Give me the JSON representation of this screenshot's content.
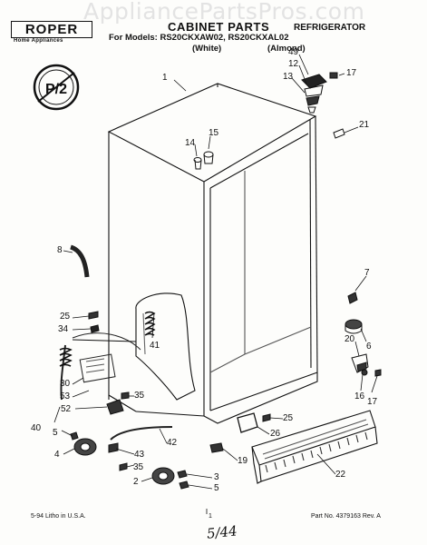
{
  "header": {
    "watermark": "AppliancePartsPros.com",
    "brand": "ROPER",
    "brand_subtitle": "Home Appliances",
    "title": "CABINET PARTS",
    "title_suffix": "REFRIGERATOR",
    "models_line": "For Models: RS20CKXAW02,  RS20CKXAL02",
    "color_white": "(White)",
    "color_almond": "(Almond)",
    "stamp_text": "P/2"
  },
  "callouts": [
    {
      "id": "c49",
      "label": "49"
    },
    {
      "id": "c12",
      "label": "12"
    },
    {
      "id": "c13",
      "label": "13"
    },
    {
      "id": "c17a",
      "label": "17"
    },
    {
      "id": "c1",
      "label": "1"
    },
    {
      "id": "c21",
      "label": "21"
    },
    {
      "id": "c15",
      "label": "15"
    },
    {
      "id": "c14",
      "label": "14"
    },
    {
      "id": "c8",
      "label": "8"
    },
    {
      "id": "c7",
      "label": "7"
    },
    {
      "id": "c25a",
      "label": "25"
    },
    {
      "id": "c34",
      "label": "34"
    },
    {
      "id": "c6",
      "label": "6"
    },
    {
      "id": "c41",
      "label": "41"
    },
    {
      "id": "c20",
      "label": "20"
    },
    {
      "id": "c30",
      "label": "30"
    },
    {
      "id": "c53",
      "label": "53"
    },
    {
      "id": "c52",
      "label": "52"
    },
    {
      "id": "c16",
      "label": "16"
    },
    {
      "id": "c17b",
      "label": "17"
    },
    {
      "id": "c35a",
      "label": "35"
    },
    {
      "id": "c25b",
      "label": "25"
    },
    {
      "id": "c40",
      "label": "40"
    },
    {
      "id": "c26",
      "label": "26"
    },
    {
      "id": "c5a",
      "label": "5"
    },
    {
      "id": "c42",
      "label": "42"
    },
    {
      "id": "c4",
      "label": "4"
    },
    {
      "id": "c43",
      "label": "43"
    },
    {
      "id": "c19",
      "label": "19"
    },
    {
      "id": "c35b",
      "label": "35"
    },
    {
      "id": "c22",
      "label": "22"
    },
    {
      "id": "c3",
      "label": "3"
    },
    {
      "id": "c2",
      "label": "2"
    },
    {
      "id": "c5b",
      "label": "5"
    }
  ],
  "footer": {
    "date_printed": "5-94  Litho in U.S.A.",
    "page_number": "1",
    "part_number": "Part No. 4379163 Rev. A",
    "handwritten_note": "5/44"
  }
}
